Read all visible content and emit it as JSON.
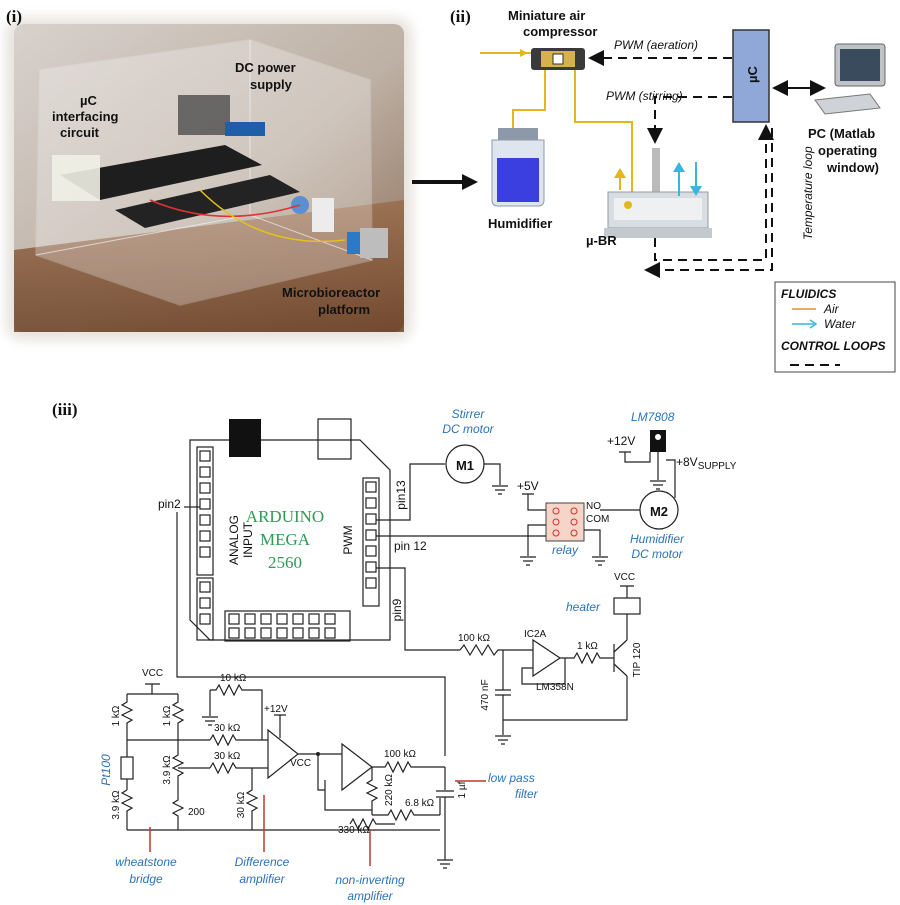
{
  "panels": {
    "i": "(i)",
    "ii": "(ii)",
    "iii": "(iii)"
  },
  "photo": {
    "uc_circuit": [
      "µC",
      "interfacing",
      "circuit"
    ],
    "dc_power": [
      "DC power",
      "supply"
    ],
    "platform": [
      "Microbioreactor",
      "platform"
    ]
  },
  "setup": {
    "compressor": [
      "Miniature air",
      "compressor"
    ],
    "pwm_aeration": "PWM (aeration)",
    "pwm_stirring": "PWM (stirring)",
    "uc": "µC",
    "pc": [
      "PC (Matlab",
      "operating",
      "window)"
    ],
    "humidifier": "Humidifier",
    "mubr": "µ-BR",
    "temp_loop": "Temperature loop"
  },
  "legend": {
    "fluidics": "FLUIDICS",
    "air": "Air",
    "water": "Water",
    "control": "CONTROL LOOPS",
    "air_color": "#e4902a",
    "water_color": "#37b6e0"
  },
  "circuit": {
    "arduino": [
      "ARDUINO",
      "MEGA",
      "2560"
    ],
    "analog": [
      "ANALOG",
      "INPUT"
    ],
    "pwm": "PWM",
    "pin2": "pin2",
    "pin13": "pin13",
    "pin12": "pin 12",
    "pin9": "pin9",
    "stirrer": [
      "Stirrer",
      "DC motor"
    ],
    "m1": "M1",
    "m2": "M2",
    "lm7808": "LM7808",
    "v12a": "+12V",
    "v8": "+8V",
    "v8sub": "SUPPLY",
    "v5": "+5V",
    "no": "NO",
    "com": "COM",
    "relay": "relay",
    "humid_motor": [
      "Humidifier",
      "DC motor"
    ],
    "vcc_heater": "VCC",
    "heater": "heater",
    "r100k_a": "100 kΩ",
    "ic2a": "IC2A",
    "r1k": "1 kΩ",
    "tip": "TIP 120",
    "c470": "470 nF",
    "lm358": "LM358N",
    "vcc_bridge": "VCC",
    "r10k": "10 kΩ",
    "v12b": "+12V",
    "r1k_a": "1 kΩ",
    "r1k_b": "1 kΩ",
    "r30k_a": "30 kΩ",
    "r30k_b": "30 kΩ",
    "r30k_c": "30 kΩ",
    "r39k_a": "3.9 kΩ",
    "r39k_b": "3.9 kΩ",
    "r200": "200",
    "pt100": "Pt100",
    "vcc_amp": "VCC",
    "r100k_b": "100 kΩ",
    "r220k": "220 kΩ",
    "c1u": "1 µf",
    "r330k": "330 kΩ",
    "r68k": "6.8 kΩ",
    "lowpass": [
      "low pass",
      "filter"
    ],
    "wheat": [
      "wheatstone",
      "bridge"
    ],
    "diff": [
      "Difference",
      "amplifier"
    ],
    "noninv": [
      "non-inverting",
      "amplifier"
    ]
  }
}
